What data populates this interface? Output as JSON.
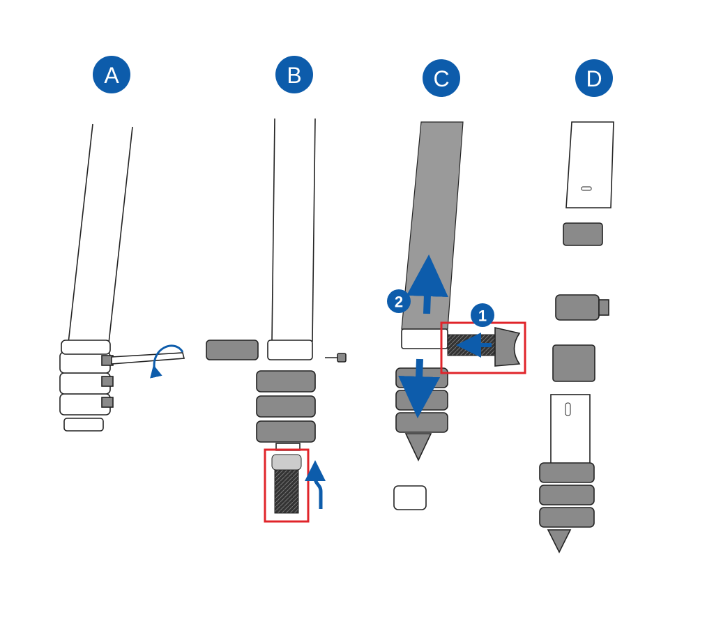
{
  "panels": [
    {
      "label": "A"
    },
    {
      "label": "B"
    },
    {
      "label": "C"
    },
    {
      "label": "D"
    }
  ],
  "steps": [
    "1",
    "2"
  ],
  "colors": {
    "accent": "#0d5cab",
    "highlight": "#e0242a",
    "tube_gray": "#9a9a9a",
    "line": "#222222"
  }
}
